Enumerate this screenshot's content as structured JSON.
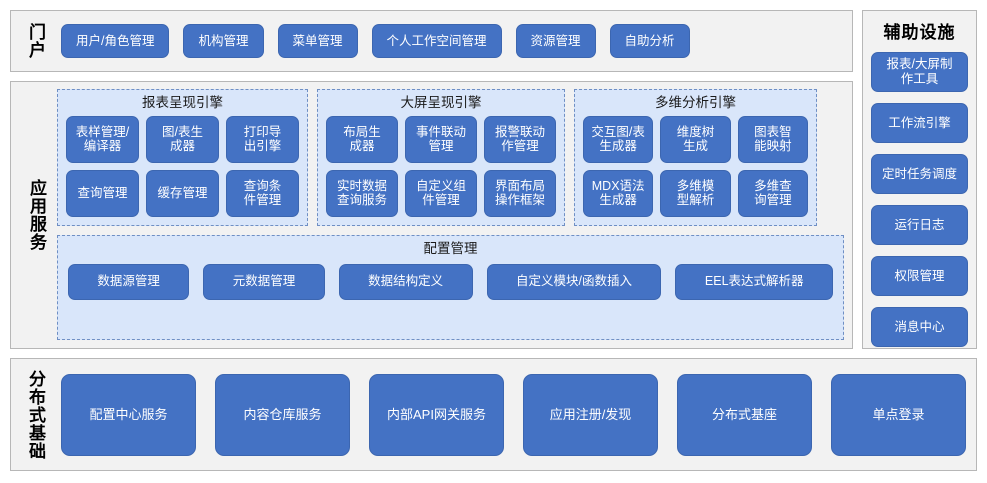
{
  "colors": {
    "button_fill": "#4472C4",
    "button_text": "#FFFFFF",
    "panel_fill": "#F2F2F2",
    "panel_border": "#B7B7B7",
    "group_fill": "#D9E6FA",
    "group_border": "#6F8FC4",
    "label_text": "#000000"
  },
  "portal": {
    "label": "门户",
    "buttons": [
      {
        "label": "用户/角色管理"
      },
      {
        "label": "机构管理"
      },
      {
        "label": "菜单管理"
      },
      {
        "label": "个人工作空间管理"
      },
      {
        "label": "资源管理"
      },
      {
        "label": "自助分析"
      }
    ]
  },
  "aux": {
    "title": "辅助设施",
    "items": [
      {
        "label": "报表/大屏制\n作工具"
      },
      {
        "label": "工作流引擎"
      },
      {
        "label": "定时任务调度"
      },
      {
        "label": "运行日志"
      },
      {
        "label": "权限管理"
      },
      {
        "label": "消息中心"
      }
    ]
  },
  "app_services": {
    "label": "应用服务",
    "engines": [
      {
        "id": "report",
        "title": "报表呈现引擎",
        "items": [
          {
            "label": "表样管理/\n编译器"
          },
          {
            "label": "图/表生\n成器"
          },
          {
            "label": "打印导\n出引擎"
          },
          {
            "label": "查询管理"
          },
          {
            "label": "缓存管理"
          },
          {
            "label": "查询条\n件管理"
          }
        ]
      },
      {
        "id": "screen",
        "title": "大屏呈现引擎",
        "items": [
          {
            "label": "布局生\n成器"
          },
          {
            "label": "事件联动\n管理"
          },
          {
            "label": "报警联动\n作管理"
          },
          {
            "label": "实时数据\n查询服务"
          },
          {
            "label": "自定义组\n件管理"
          },
          {
            "label": "界面布局\n操作框架"
          }
        ]
      },
      {
        "id": "olap",
        "title": "多维分析引擎",
        "items": [
          {
            "label": "交互图/表\n生成器"
          },
          {
            "label": "维度树\n生成"
          },
          {
            "label": "图表智\n能映射"
          },
          {
            "label": "MDX语法\n生成器"
          },
          {
            "label": "多维模\n型解析"
          },
          {
            "label": "多维查\n询管理"
          }
        ]
      }
    ],
    "config": {
      "title": "配置管理",
      "items": [
        {
          "label": "数据源管理"
        },
        {
          "label": "元数据管理"
        },
        {
          "label": "数据结构定义"
        },
        {
          "label": "自定义模块/函数插入"
        },
        {
          "label": "EEL表达式解析器"
        }
      ]
    }
  },
  "base": {
    "label": "分布式基础",
    "items": [
      {
        "label": "配置中心服务"
      },
      {
        "label": "内容仓库服务"
      },
      {
        "label": "内部API网关服务"
      },
      {
        "label": "应用注册/发现"
      },
      {
        "label": "分布式基座"
      },
      {
        "label": "单点登录"
      }
    ]
  }
}
